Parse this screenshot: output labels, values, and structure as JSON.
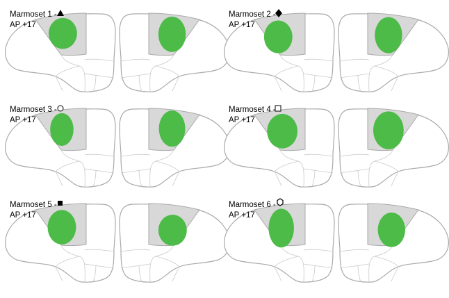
{
  "colors": {
    "region_gray": "#d8d8d8",
    "injection_green": "#4cbb47",
    "outline": "#a9a9a9"
  },
  "panels": [
    {
      "title": "Marmoset 1 -",
      "symbol": "triangle-filled-icon",
      "level": "AP +17",
      "injection_left": {
        "cx_frac": 0.54,
        "cy_frac": 0.47,
        "rx_frac": 0.28,
        "ry_frac": 0.36
      },
      "injection_right": {
        "cx_frac": 0.46,
        "cy_frac": 0.49,
        "rx_frac": 0.27,
        "ry_frac": 0.41
      }
    },
    {
      "title": "Marmoset 2 -",
      "symbol": "diamond-filled-icon",
      "level": "AP +17",
      "injection_left": {
        "cx_frac": 0.47,
        "cy_frac": 0.55,
        "rx_frac": 0.28,
        "ry_frac": 0.38
      },
      "injection_right": {
        "cx_frac": 0.41,
        "cy_frac": 0.51,
        "rx_frac": 0.27,
        "ry_frac": 0.42
      }
    },
    {
      "title": "Marmoset 3 -",
      "symbol": "circle-open-icon",
      "level": "AP +17",
      "injection_left": {
        "cx_frac": 0.52,
        "cy_frac": 0.49,
        "rx_frac": 0.23,
        "ry_frac": 0.38
      },
      "injection_right": {
        "cx_frac": 0.46,
        "cy_frac": 0.47,
        "rx_frac": 0.26,
        "ry_frac": 0.42
      }
    },
    {
      "title": "Marmoset 4 -",
      "symbol": "square-open-icon",
      "level": "AP +17",
      "injection_left": {
        "cx_frac": 0.55,
        "cy_frac": 0.53,
        "rx_frac": 0.3,
        "ry_frac": 0.4
      },
      "injection_right": {
        "cx_frac": 0.41,
        "cy_frac": 0.51,
        "rx_frac": 0.3,
        "ry_frac": 0.44
      }
    },
    {
      "title": "Marmoset 5 -",
      "symbol": "square-filled-icon",
      "level": "AP +17",
      "injection_left": {
        "cx_frac": 0.52,
        "cy_frac": 0.55,
        "rx_frac": 0.28,
        "ry_frac": 0.4
      },
      "injection_right": {
        "cx_frac": 0.47,
        "cy_frac": 0.62,
        "rx_frac": 0.28,
        "ry_frac": 0.36
      }
    },
    {
      "title": "Marmoset 6 -",
      "symbol": "hexagon-open-icon",
      "level": "AP +17",
      "injection_left": {
        "cx_frac": 0.53,
        "cy_frac": 0.57,
        "rx_frac": 0.25,
        "ry_frac": 0.45
      },
      "injection_right": {
        "cx_frac": 0.47,
        "cy_frac": 0.61,
        "rx_frac": 0.27,
        "ry_frac": 0.4
      }
    }
  ]
}
